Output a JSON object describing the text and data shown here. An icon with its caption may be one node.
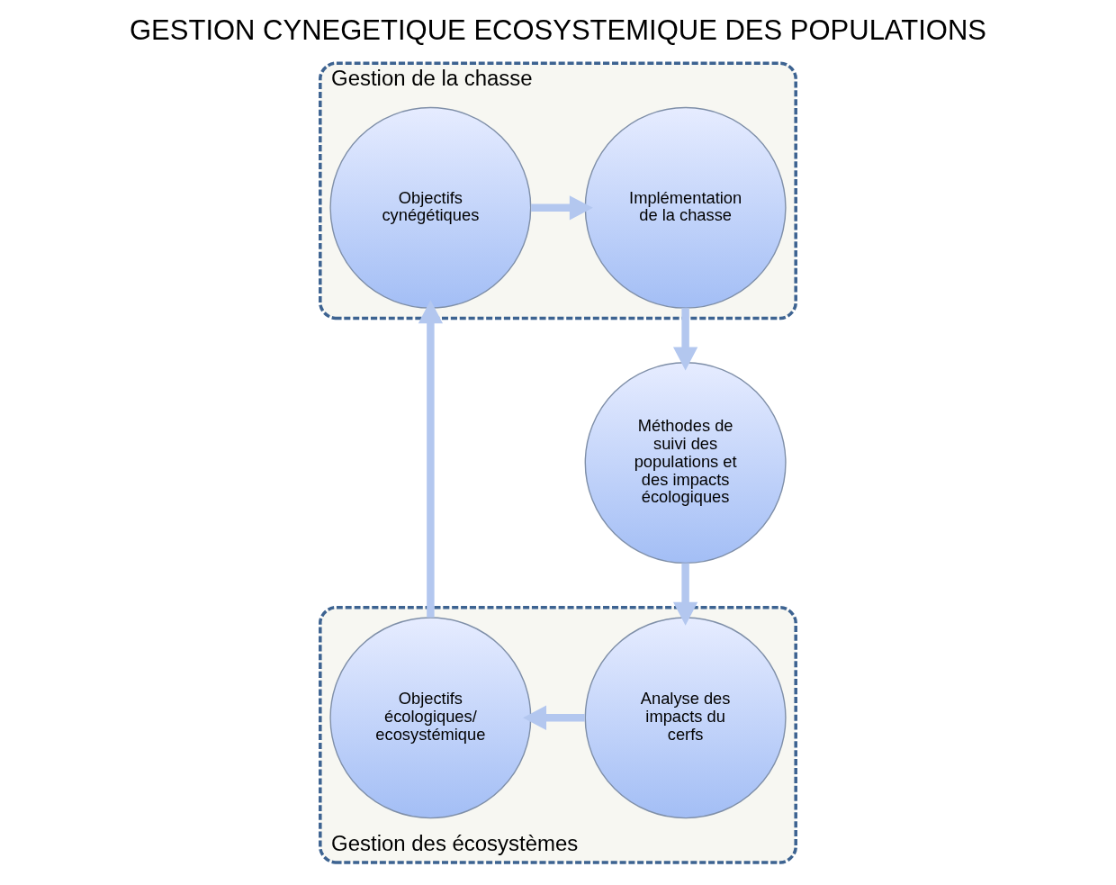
{
  "diagram": {
    "title": "GESTION CYNEGETIQUE ECOSYSTEMIQUE DES POPULATIONS",
    "nodes": [
      {
        "text": [
          "Gestion de la chasse"
        ]
      },
      {
        "text": [
          "Implémentation de la chasse"
        ],
        "in": 0
      },
      {
        "text": [
          "Objectifs cynégétiques"
        ],
        "in": 0
      },
      {
        "text": [
          "Méthodes de suivi des populations et des impacts écologiques"
        ]
      },
      {
        "text": [
          "Gestion des écosystèmes"
        ]
      },
      {
        "text": [
          "Objectifs écologiques/ ecosystémique"
        ],
        "in": 4
      },
      {
        "text": [
          "Analyse des impacts du cerfs"
        ],
        "in": 4
      }
    ],
    "edges": [
      {
        "from": 2,
        "to": 1,
        "arrow": "to"
      },
      {
        "from": 1,
        "to": 3,
        "arrow": "to"
      },
      {
        "from": 3,
        "to": 6,
        "arrow": "to"
      },
      {
        "from": 6,
        "to": 5,
        "arrow": "to"
      },
      {
        "from": 5,
        "to": 2,
        "arrow": "to"
      }
    ]
  }
}
